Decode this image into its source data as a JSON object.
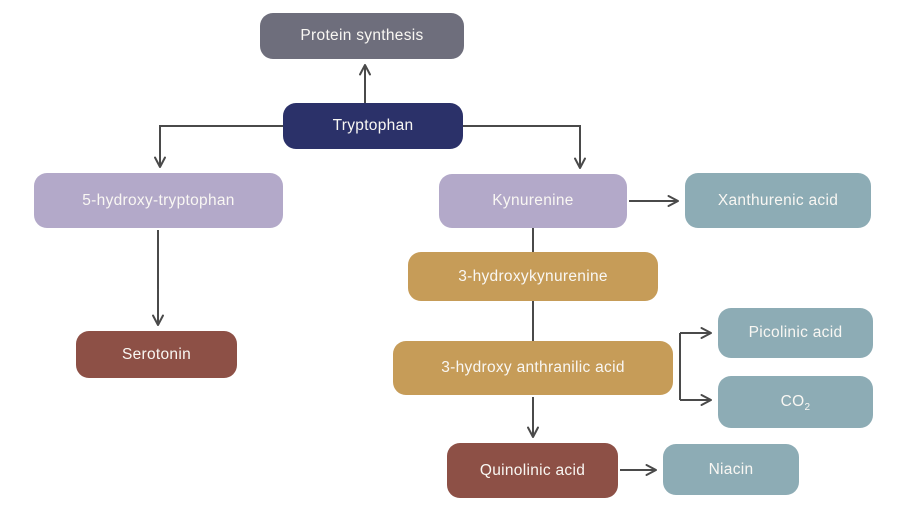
{
  "colors": {
    "background": "#ffffff",
    "arrow": "#4a4a4a",
    "text": "#f9f7f3",
    "gray": "#6e6e7c",
    "navy": "#2b3169",
    "lavender": "#b3a9c9",
    "teal": "#8dacb5",
    "tan": "#c69c58",
    "maroon": "#8d5046"
  },
  "nodes": {
    "protein_synthesis": {
      "label": "Protein synthesis",
      "color": "#6e6e7c"
    },
    "tryptophan": {
      "label": "Tryptophan",
      "color": "#2b3169"
    },
    "hydroxy_tryptophan": {
      "label": "5-hydroxy-tryptophan",
      "color": "#b3a9c9"
    },
    "serotonin": {
      "label": "Serotonin",
      "color": "#8d5046"
    },
    "kynurenine": {
      "label": "Kynurenine",
      "color": "#b3a9c9"
    },
    "xanthurenic_acid": {
      "label": "Xanthurenic acid",
      "color": "#8dacb5"
    },
    "hydroxykynurenine": {
      "label": "3-hydroxykynurenine",
      "color": "#c69c58"
    },
    "hydroxy_anthranilic_acid": {
      "label": "3-hydroxy anthranilic acid",
      "color": "#c69c58"
    },
    "picolinic_acid": {
      "label": "Picolinic acid",
      "color": "#8dacb5"
    },
    "co2": {
      "label": "CO",
      "label_sub": "2",
      "color": "#8dacb5"
    },
    "quinolinic_acid": {
      "label": "Quinolinic acid",
      "color": "#8d5046"
    },
    "niacin": {
      "label": "Niacin",
      "color": "#8dacb5"
    }
  },
  "edges": [
    {
      "from": "Tryptophan",
      "to": "Protein synthesis",
      "style": "arrow"
    },
    {
      "from": "Tryptophan",
      "to": "5-hydroxy-tryptophan",
      "style": "arrow"
    },
    {
      "from": "Tryptophan",
      "to": "Kynurenine",
      "style": "arrow"
    },
    {
      "from": "5-hydroxy-tryptophan",
      "to": "Serotonin",
      "style": "arrow"
    },
    {
      "from": "Kynurenine",
      "to": "Xanthurenic acid",
      "style": "arrow"
    },
    {
      "from": "Kynurenine",
      "to": "3-hydroxykynurenine",
      "style": "line"
    },
    {
      "from": "3-hydroxykynurenine",
      "to": "3-hydroxy anthranilic acid",
      "style": "line"
    },
    {
      "from": "3-hydroxy anthranilic acid",
      "to": "Quinolinic acid",
      "style": "arrow"
    },
    {
      "from": "3-hydroxy anthranilic acid",
      "to": "Picolinic acid",
      "style": "arrow"
    },
    {
      "from": "3-hydroxy anthranilic acid",
      "to": "CO2",
      "style": "arrow"
    },
    {
      "from": "Quinolinic acid",
      "to": "Niacin",
      "style": "arrow"
    }
  ]
}
